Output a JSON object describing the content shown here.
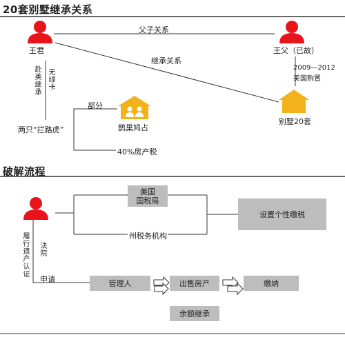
{
  "section1": {
    "title": "20套别墅继承关系",
    "person_wangjun": "王君",
    "person_father": "王父（已故）",
    "relation_father_son": "父子关系",
    "relation_inherit": "继承关系",
    "vertical_left": "赴美继承",
    "vertical_right": "无绿卡",
    "purchase_years": "2009—2012",
    "purchase_note": "美国购置",
    "villas_label": "别墅20套",
    "two_tigers": "两只“拦路虎”",
    "partial": "部分",
    "magpie_label": "鹊巢鸠占",
    "tax_label": "40%房产税"
  },
  "section2": {
    "title": "破解流程",
    "irs": "美国\n国税局",
    "state_tax": "州税务机构",
    "personal_tax": "设置个性缴税",
    "vertical_court": "法院",
    "vertical_probate": "履行遗产认证",
    "apply": "申请",
    "steps": [
      "管理人",
      "出售房产",
      "缴纳"
    ],
    "residual": "余额继承"
  },
  "colors": {
    "red": "#e8141c",
    "gold": "#f3b21a",
    "gray_box": "#bdbdbd",
    "line": "#333333"
  }
}
